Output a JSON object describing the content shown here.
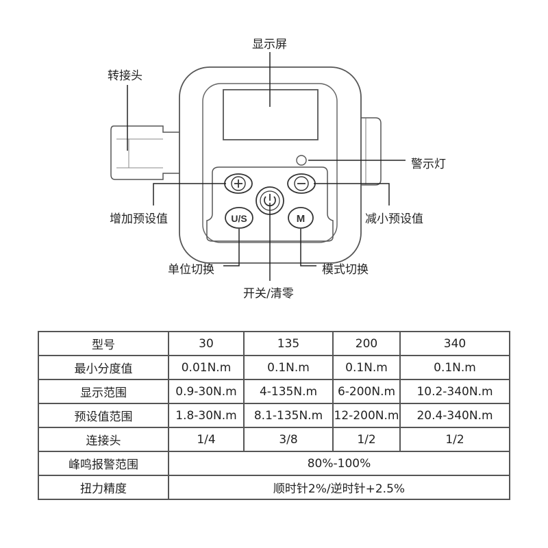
{
  "labels": {
    "display": "显示屏",
    "adapter": "转接头",
    "warning_light": "警示灯",
    "increase_preset": "增加预设值",
    "decrease_preset": "减小预设值",
    "unit_switch": "单位切换",
    "mode_switch": "模式切换",
    "power_clear": "开关/清零"
  },
  "buttons": {
    "plus": "+",
    "minus": "−",
    "power_icon": "power-icon",
    "us": "U/S",
    "m": "M"
  },
  "table": {
    "header": [
      "型号",
      "30",
      "135",
      "200",
      "340"
    ],
    "rows": [
      [
        "最小分度值",
        "0.01N.m",
        "0.1N.m",
        "0.1N.m",
        "0.1N.m"
      ],
      [
        "显示范围",
        "0.9-30N.m",
        "4-135N.m",
        "6-200N.m",
        "10.2-340N.m"
      ],
      [
        "预设值范围",
        "1.8-30N.m",
        "8.1-135N.m",
        "12-200N.m",
        "20.4-340N.m"
      ],
      [
        "连接头",
        "1/4",
        "3/8",
        "1/2",
        "1/2"
      ]
    ],
    "merged_rows": [
      [
        "峰鸣报警范围",
        "80%-100%"
      ],
      [
        "扭力精度",
        "顺时针2%/逆时针+2.5%"
      ]
    ]
  }
}
